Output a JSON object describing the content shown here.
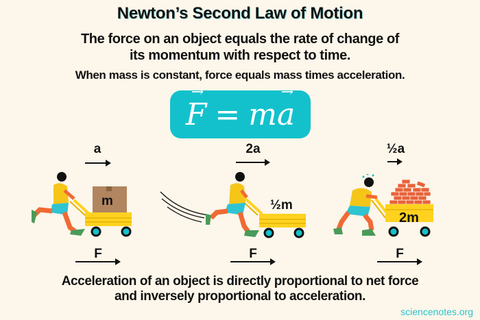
{
  "header": {
    "title": "Newton’s Second Law of Motion",
    "subtitle_line1": "The force on an object equals the rate of change of",
    "subtitle_line2": "its momentum with respect to time.",
    "note": "When mass is constant, force equals mass times acceleration."
  },
  "formula": {
    "F": "F",
    "equals": "=",
    "m": "m",
    "a": "a",
    "vector_mark": "→"
  },
  "figures": [
    {
      "accel_label": "a",
      "mass_label": "m",
      "force_label": "F",
      "load": "box"
    },
    {
      "accel_label": "2a",
      "mass_label": "½m",
      "force_label": "F",
      "load": "empty"
    },
    {
      "accel_label": "½a",
      "mass_label": "2m",
      "force_label": "F",
      "load": "bricks"
    }
  ],
  "footer": {
    "line1": "Acceleration of an object is directly proportional to net force",
    "line2": "and inversely proportional to acceleration.",
    "credit": "sciencenotes.org"
  },
  "colors": {
    "background": "#fdf6ea",
    "teal": "#13c1cc",
    "cart_yellow": "#ffd21f",
    "box_brown": "#b08560",
    "brick_red": "#e8623a",
    "shirt_yellow": "#f5c518",
    "shorts_teal": "#2fc4d2",
    "skin_orange": "#f06a34",
    "shoe_green": "#4a9a5a"
  }
}
